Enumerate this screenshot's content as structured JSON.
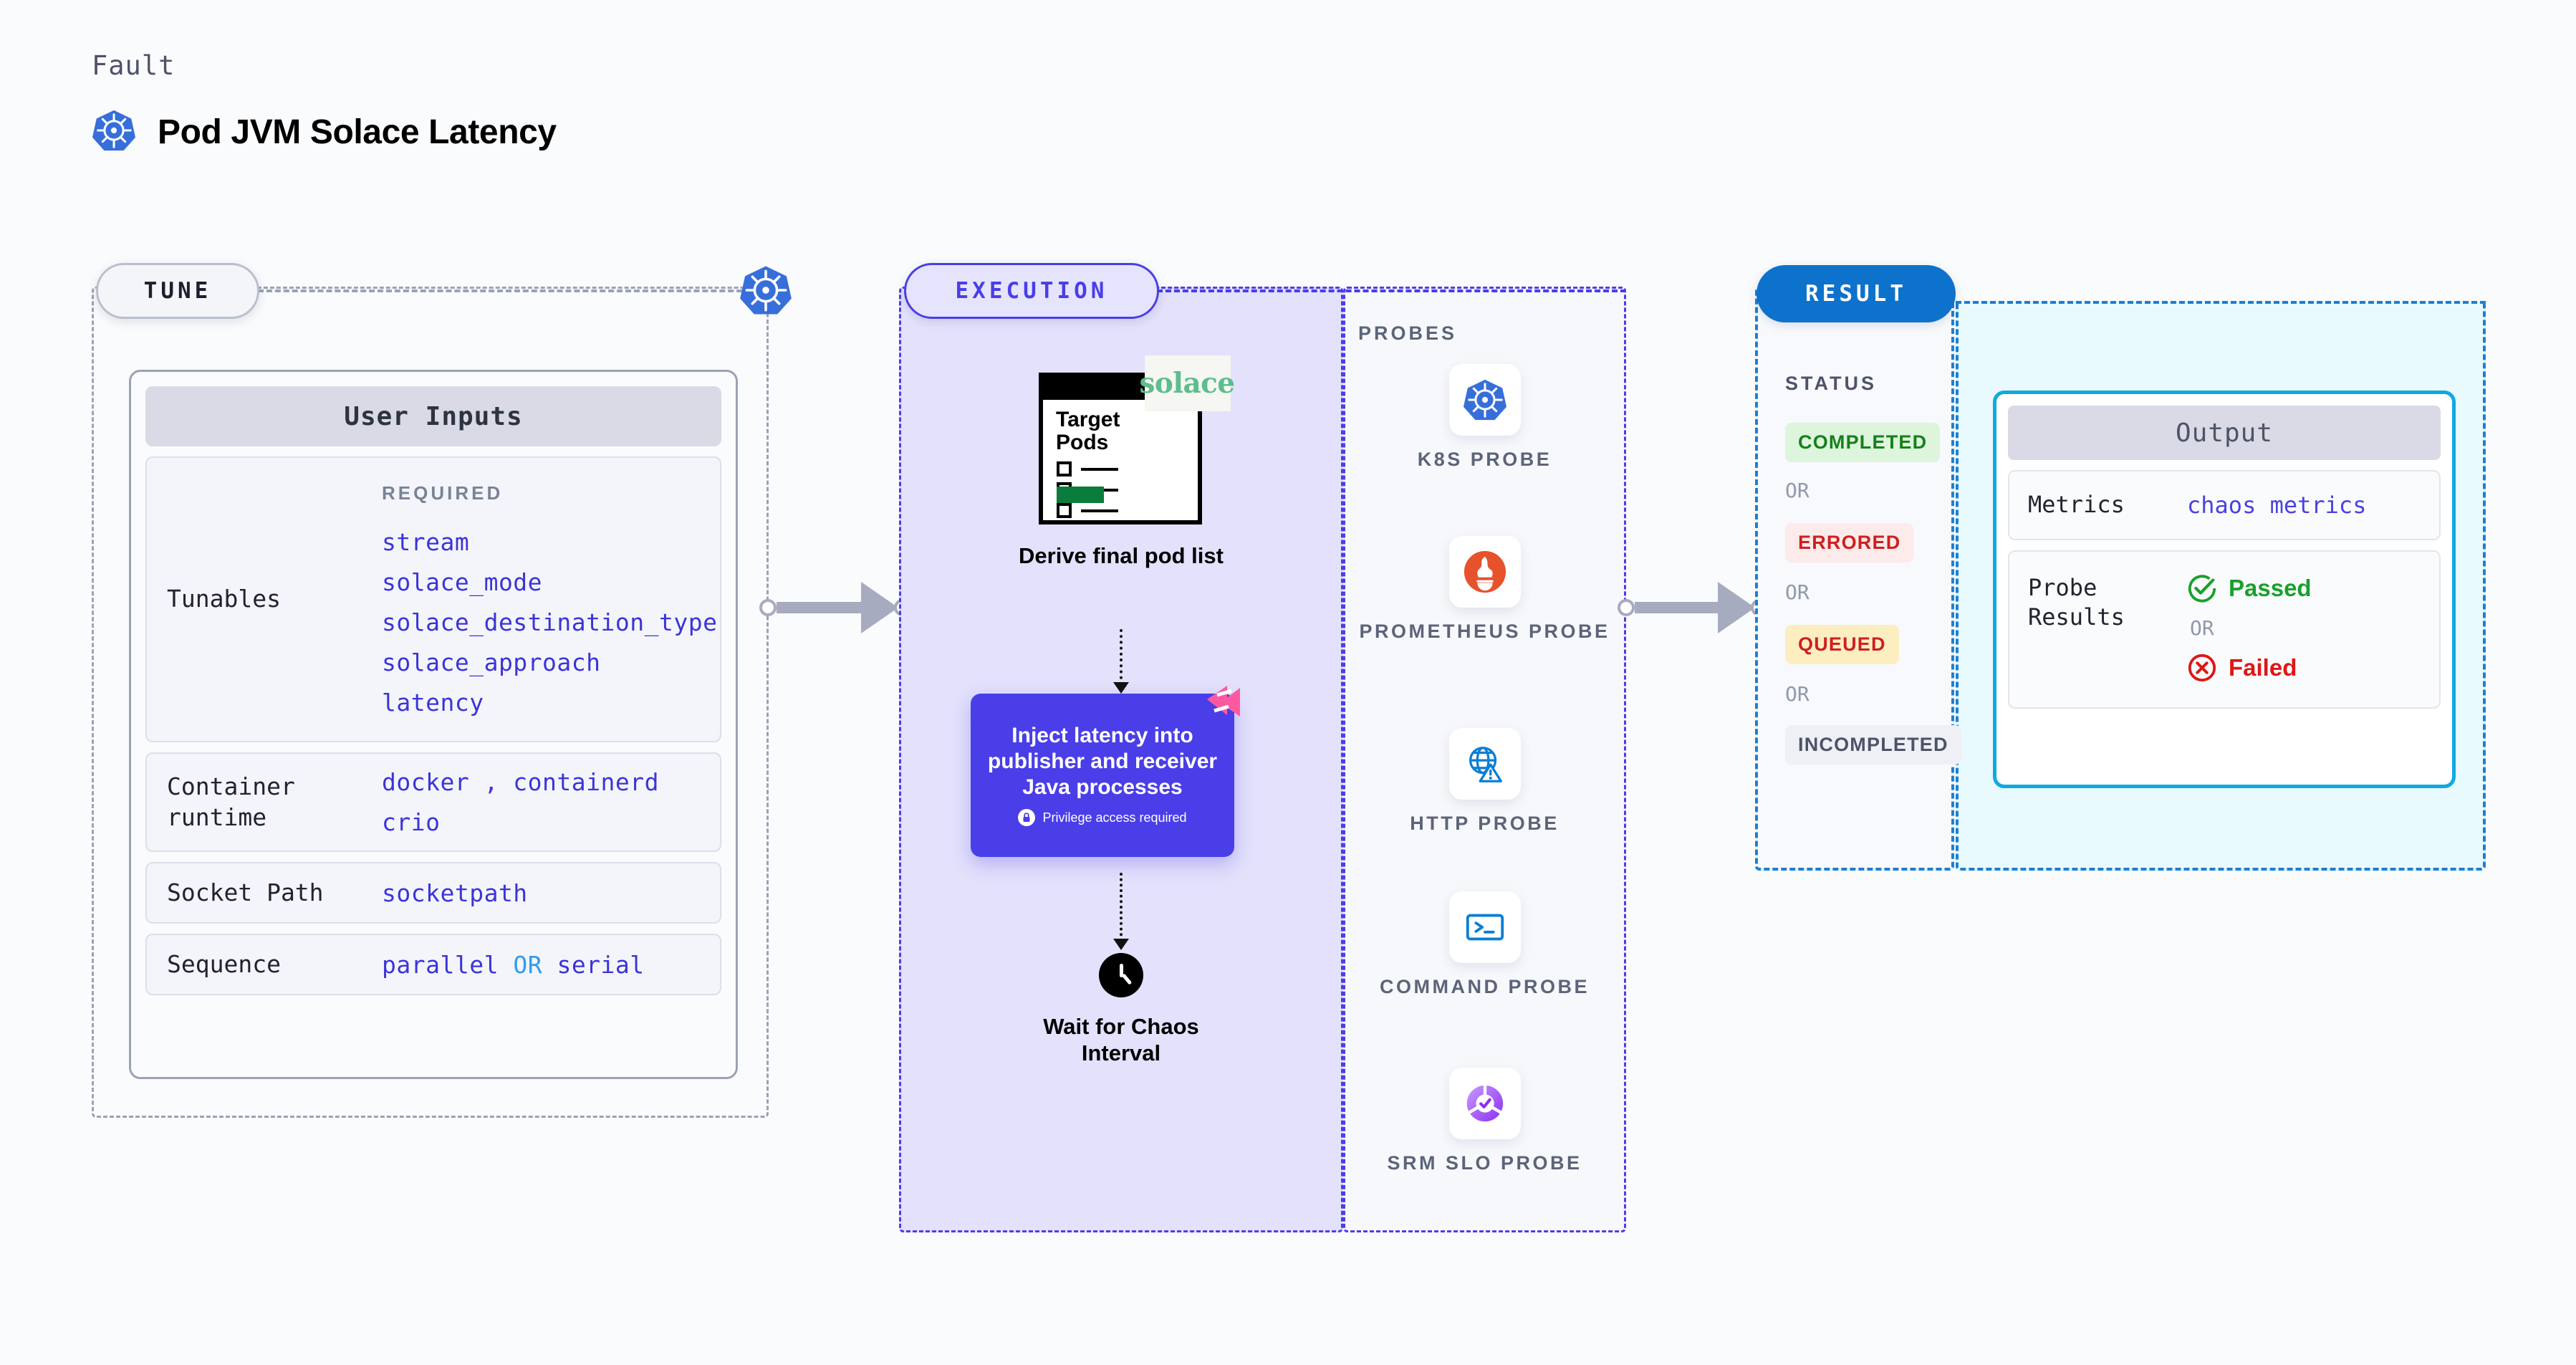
{
  "header": {
    "kicker": "Fault",
    "title": "Pod JVM Solace Latency",
    "icon": "kubernetes-icon"
  },
  "tune": {
    "pill_label": "TUNE",
    "badge_icon": "kubernetes-icon",
    "card_title": "User Inputs",
    "required_tag": "REQUIRED",
    "rows": [
      {
        "label": "Tunables",
        "values": [
          "stream",
          "solace_mode",
          "solace_destination_type",
          "solace_approach",
          "latency"
        ]
      },
      {
        "label": "Container runtime",
        "values": [
          "docker , containerd",
          "crio"
        ]
      },
      {
        "label": "Socket Path",
        "values": [
          "socketpath"
        ]
      },
      {
        "label": "Sequence",
        "values": [
          "parallel OR serial"
        ],
        "value_parallel": "parallel",
        "value_or": "OR",
        "value_serial": "serial"
      }
    ]
  },
  "execution": {
    "pill_label": "EXECUTION",
    "doc": {
      "title_line1": "Target",
      "title_line2": "Pods",
      "brand": "solace",
      "brand_icon": "solace-logo"
    },
    "step1_caption": "Derive final pod list",
    "inject": {
      "text": "Inject latency into publisher and receiver Java processes",
      "privilege_note": "Privilege access required",
      "privilege_icon": "lock-icon",
      "corner_icon": "litmus-icon",
      "bg_color": "#4a3ee8"
    },
    "wait": {
      "icon": "clock-icon",
      "caption_line1": "Wait for Chaos",
      "caption_line2": "Interval"
    }
  },
  "probes": {
    "title": "PROBES",
    "items": [
      {
        "label": "K8S PROBE",
        "icon": "kubernetes-icon"
      },
      {
        "label": "PROMETHEUS PROBE",
        "icon": "prometheus-icon"
      },
      {
        "label": "HTTP PROBE",
        "icon": "globe-warning-icon"
      },
      {
        "label": "COMMAND PROBE",
        "icon": "terminal-icon"
      },
      {
        "label": "SRM SLO PROBE",
        "icon": "srm-slo-icon"
      }
    ]
  },
  "result": {
    "pill_label": "RESULT",
    "status_title": "STATUS",
    "or_label": "OR",
    "statuses": [
      {
        "label": "COMPLETED",
        "bg": "#dcf5dc",
        "fg": "#17801b"
      },
      {
        "label": "ERRORED",
        "bg": "#fdeaea",
        "fg": "#cf1f1f"
      },
      {
        "label": "QUEUED",
        "bg": "#fdeec2",
        "fg": "#cf1f1f"
      },
      {
        "label": "INCOMPLETED",
        "bg": "#eff0f5",
        "fg": "#4d5468"
      }
    ],
    "output": {
      "header": "Output",
      "metrics_label": "Metrics",
      "metrics_value": "chaos metrics",
      "probe_results_label": "Probe Results",
      "passed_label": "Passed",
      "failed_label": "Failed",
      "or_label": "OR",
      "passed_icon": "check-circle-icon",
      "failed_icon": "x-circle-icon",
      "passed_color": "#19a02b",
      "failed_color": "#e01616"
    }
  }
}
